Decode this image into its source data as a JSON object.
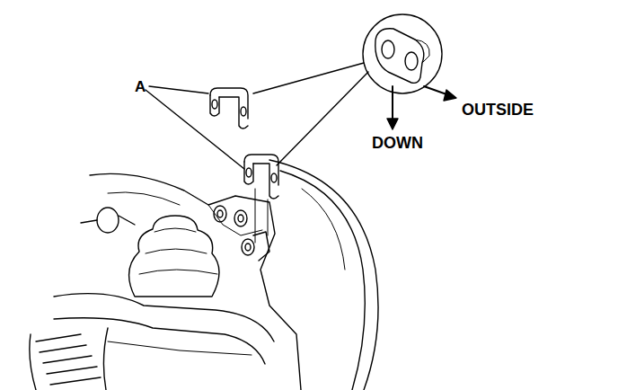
{
  "diagram": {
    "labels": [
      "A",
      "OUTSIDE",
      "DOWN"
    ]
  }
}
